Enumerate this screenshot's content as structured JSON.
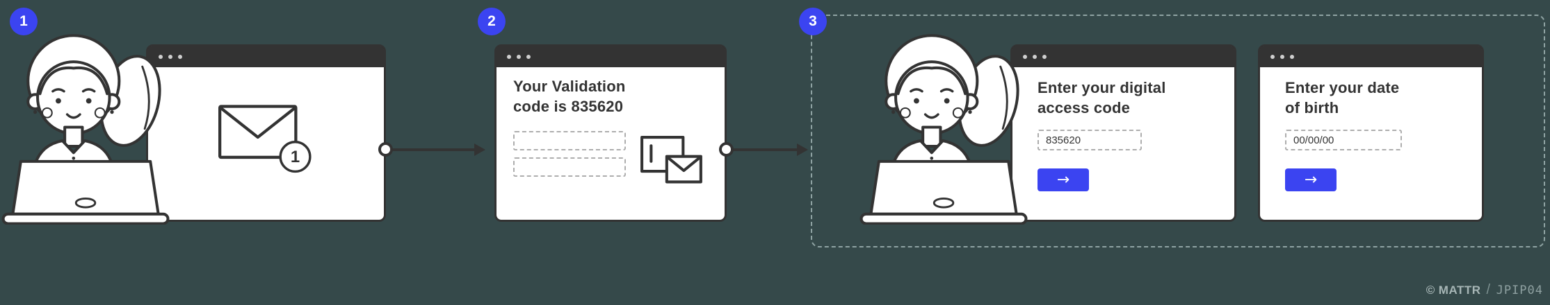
{
  "colors": {
    "background": "#35494A",
    "accent_blue": "#3B44F1",
    "outline": "#333333"
  },
  "steps": {
    "step1": "1",
    "step2": "2",
    "step3": "3"
  },
  "email_window": {
    "notification_count": "1"
  },
  "validation_window": {
    "heading_line1": "Your Validation",
    "heading_line2": "code is 835620"
  },
  "access_code_window": {
    "heading_line1": "Enter your digital",
    "heading_line2": "access code",
    "input_value": "835620",
    "button_label": "→"
  },
  "dob_window": {
    "heading_line1": "Enter your date",
    "heading_line2": "of birth",
    "input_value": "00/00/00",
    "button_label": "→"
  },
  "watermark": {
    "symbol": "©",
    "brand": "MATTR",
    "separator": "/",
    "code": "JPIP04"
  }
}
